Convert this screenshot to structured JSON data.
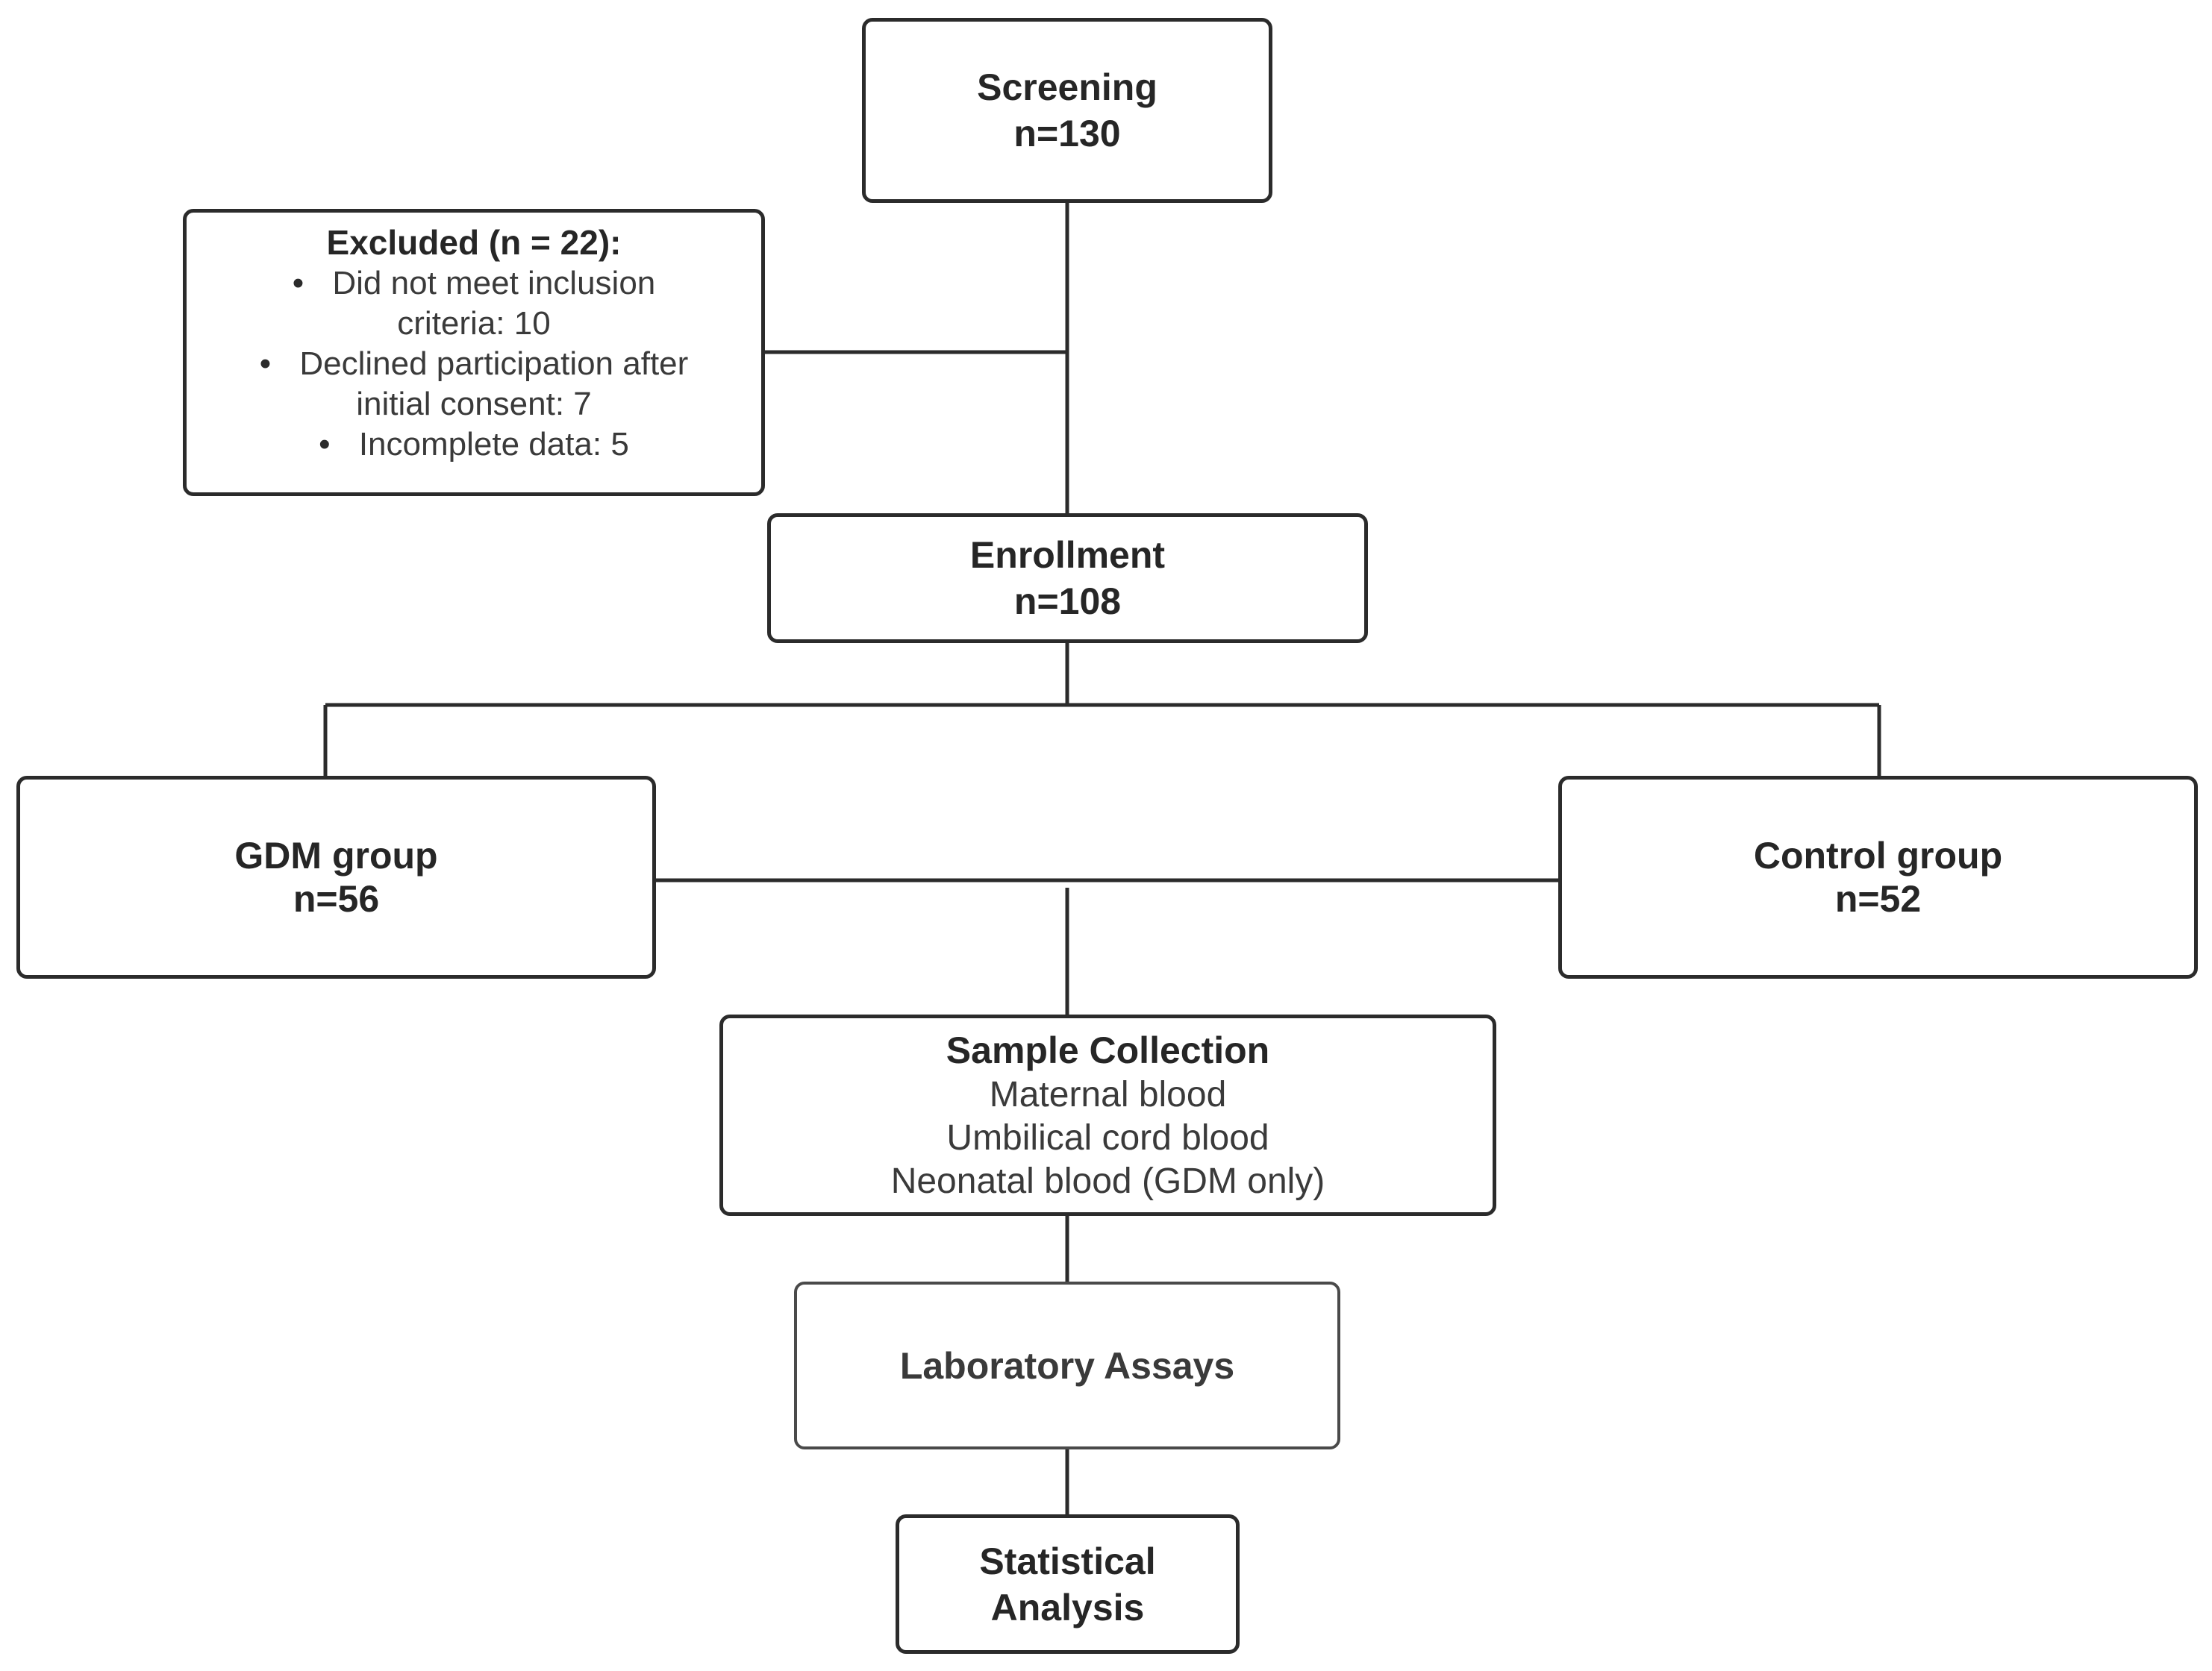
{
  "nodes": {
    "screening": {
      "title": "Screening",
      "count": "n=130"
    },
    "excluded": {
      "title": "Excluded (n = 22):",
      "reasons": [
        [
          "Did not meet inclusion",
          "criteria: 10"
        ],
        [
          "Declined participation after",
          "initial consent: 7"
        ],
        [
          "Incomplete data: 5"
        ]
      ]
    },
    "enrollment": {
      "title": "Enrollment",
      "count": "n=108"
    },
    "gdm_group": {
      "title": "GDM group",
      "count": "n=56"
    },
    "control_group": {
      "title": "Control group",
      "count": "n=52"
    },
    "sample_collection": {
      "title": "Sample Collection",
      "items": [
        "Maternal blood",
        "Umbilical cord blood",
        "Neonatal blood (GDM only)"
      ]
    },
    "laboratory_assays": {
      "title": "Laboratory Assays"
    },
    "statistical_analysis": {
      "title_line1": "Statistical",
      "title_line2": "Analysis"
    }
  },
  "edges": [
    {
      "from": "screening",
      "to": "enrollment"
    },
    {
      "from": "screening",
      "to": "excluded"
    },
    {
      "from": "enrollment",
      "to": "gdm_group"
    },
    {
      "from": "enrollment",
      "to": "control_group"
    },
    {
      "from": "gdm_group",
      "to": "control_group"
    },
    {
      "from": "gdm_group",
      "to": "sample_collection"
    },
    {
      "from": "control_group",
      "to": "sample_collection"
    },
    {
      "from": "sample_collection",
      "to": "laboratory_assays"
    },
    {
      "from": "laboratory_assays",
      "to": "statistical_analysis"
    }
  ],
  "colors": {
    "line": "#2b2b2b",
    "box_border": "#2b2b2b",
    "text": "#262626"
  }
}
